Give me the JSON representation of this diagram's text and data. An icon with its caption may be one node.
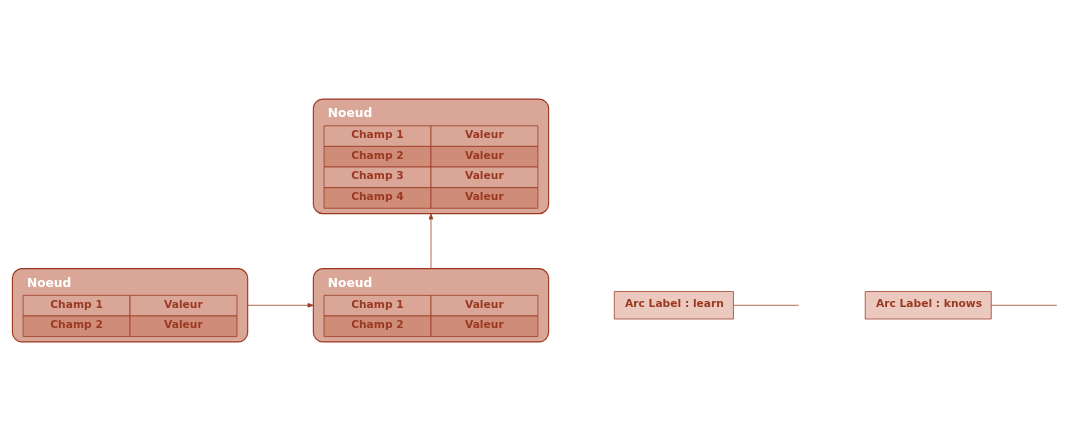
{
  "diagram": {
    "nodes": [
      {
        "text": [
          "Noeud",
          "Champ 1",
          "Valeur",
          "Champ 2",
          "Valeur",
          "Champ 3",
          "Valeur",
          "Champ 4",
          "Valeur"
        ]
      },
      {
        "text": [
          "Arc Label : learn"
        ]
      },
      {
        "text": [
          "Noeud",
          "Champ 1",
          "Valeur",
          "Champ 2",
          "Valeur"
        ]
      },
      {
        "text": [
          "Arc Label : knows"
        ]
      },
      {
        "text": [
          "Noeud",
          "Champ 1",
          "Valeur",
          "Champ 2",
          "Valeur"
        ]
      }
    ],
    "edges": [
      {
        "from": 2,
        "to": 0,
        "arrow": "to"
      },
      {
        "from": 1,
        "to": null,
        "arrow": "none"
      },
      {
        "from": 4,
        "to": 2,
        "arrow": "to"
      },
      {
        "from": 3,
        "to": null,
        "arrow": "none"
      }
    ]
  }
}
